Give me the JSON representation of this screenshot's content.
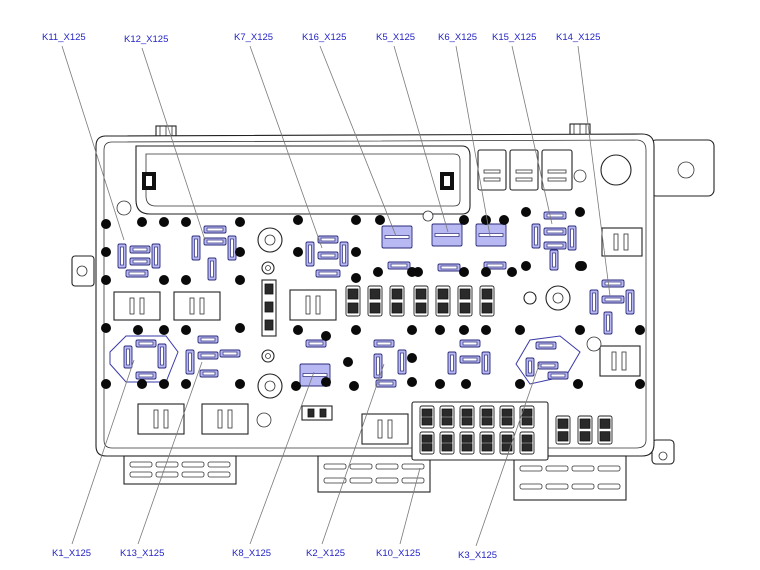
{
  "diagram": {
    "connectors": [
      {
        "id": "K11_X125",
        "label": "K11_X125"
      },
      {
        "id": "K12_X125",
        "label": "K12_X125"
      },
      {
        "id": "K7_X125",
        "label": "K7_X125"
      },
      {
        "id": "K16_X125",
        "label": "K16_X125"
      },
      {
        "id": "K5_X125",
        "label": "K5_X125"
      },
      {
        "id": "K6_X125",
        "label": "K6_X125"
      },
      {
        "id": "K15_X125",
        "label": "K15_X125"
      },
      {
        "id": "K14_X125",
        "label": "K14_X125"
      },
      {
        "id": "K1_X125",
        "label": "K1_X125"
      },
      {
        "id": "K13_X125",
        "label": "K13_X125"
      },
      {
        "id": "K8_X125",
        "label": "K8_X125"
      },
      {
        "id": "K2_X125",
        "label": "K2_X125"
      },
      {
        "id": "K10_X125",
        "label": "K10_X125"
      },
      {
        "id": "K3_X125",
        "label": "K3_X125"
      }
    ],
    "colors": {
      "label": "#2424c8",
      "relay_fill": "#b8b8f2",
      "relay_stroke": "#2a2a7a",
      "outline": "#222222",
      "leader": "#7a7a7a"
    }
  }
}
